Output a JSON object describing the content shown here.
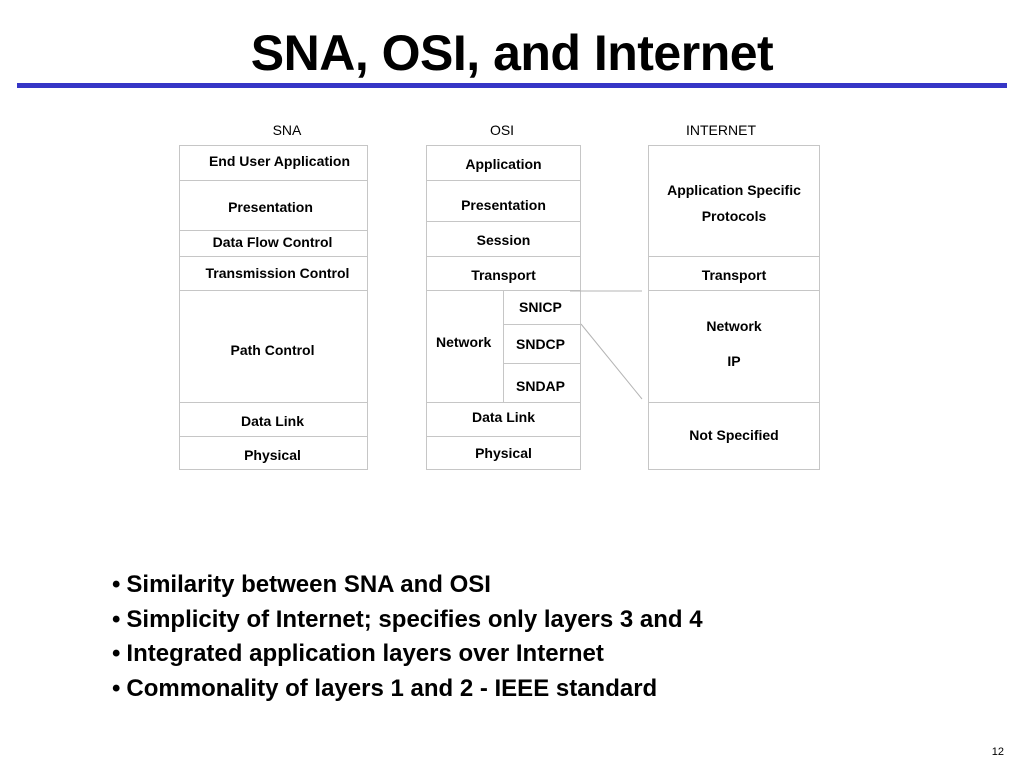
{
  "slide": {
    "title": "SNA, OSI, and Internet",
    "page_number": "12"
  },
  "columns": {
    "sna": "SNA",
    "osi": "OSI",
    "internet": "INTERNET"
  },
  "sna_layers": [
    "End User Application",
    "Presentation",
    "Data Flow Control",
    "Transmission Control",
    "Path Control",
    "Data Link",
    "Physical"
  ],
  "osi_layers": {
    "application": "Application",
    "presentation": "Presentation",
    "session": "Session",
    "transport": "Transport",
    "network": "Network",
    "sub_network": [
      "SNICP",
      "SNDCP",
      "SNDAP"
    ],
    "data_link": "Data Link",
    "physical": "Physical"
  },
  "internet_layers": {
    "application_line1": "Application Specific",
    "application_line2": "Protocols",
    "transport": "Transport",
    "network": "Network",
    "ip": "IP",
    "not_specified": "Not Specified"
  },
  "bullets": [
    "Similarity between SNA and OSI",
    "Simplicity of Internet; specifies only layers 3 and 4",
    "Integrated application layers over Internet",
    "Commonality of layers 1 and 2 - IEEE standard"
  ],
  "colors": {
    "title_rule": "#3636c6",
    "cell_border": "#c6c6c6",
    "connector": "#b4b4b4"
  }
}
